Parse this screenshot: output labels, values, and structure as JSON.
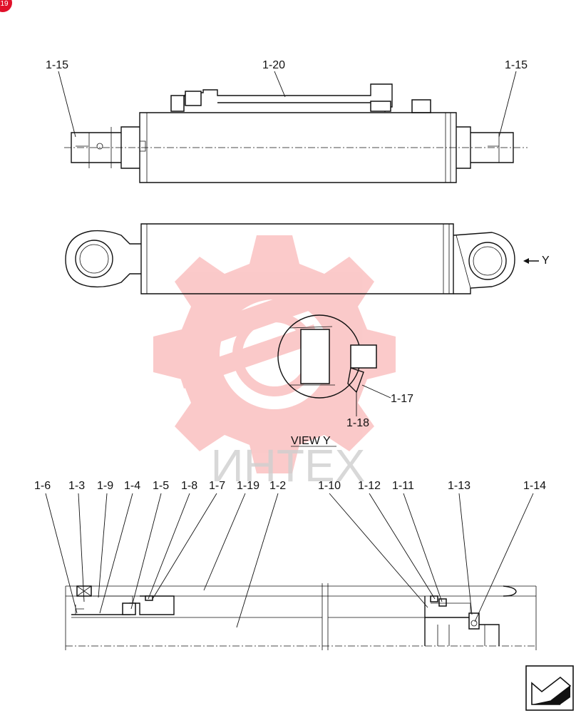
{
  "watermark": {
    "text": "ИНТЕХ",
    "color": "#f25a5a"
  },
  "corner_badge": {
    "text": "19",
    "color": "#e0102a"
  },
  "top_view": {
    "labels": {
      "left_pin": "1-15",
      "tube": "1-20",
      "right_pin": "1-15"
    }
  },
  "side_view": {
    "arrow_label": "Y"
  },
  "view_y": {
    "title": "VIEW   Y",
    "labels": {
      "a": "1-17",
      "b": "1-18"
    }
  },
  "section_view": {
    "labels": [
      "1-6",
      "1-3",
      "1-9",
      "1-4",
      "1-5",
      "1-8",
      "1-7",
      "1-19",
      "1-2",
      "1-10",
      "1-12",
      "1-11",
      "1-13",
      "1-14"
    ]
  },
  "nav": {
    "icon": "next-page-arrow-icon"
  }
}
